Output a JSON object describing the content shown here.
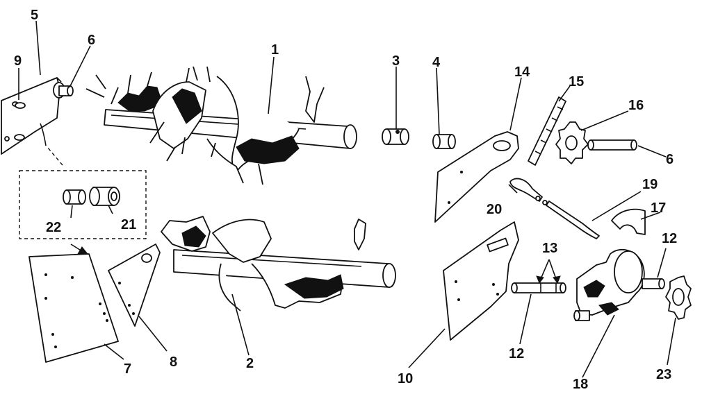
{
  "diagram": {
    "labels": {
      "l1": "1",
      "l2": "2",
      "l3": "3",
      "l4": "4",
      "l5": "5",
      "l6a": "6",
      "l6b": "6",
      "l7": "7",
      "l8": "8",
      "l9": "9",
      "l10": "10",
      "l12a": "12",
      "l12b": "12",
      "l13": "13",
      "l14": "14",
      "l15": "15",
      "l16": "16",
      "l17": "17",
      "l18": "18",
      "l19": "19",
      "l20": "20",
      "l21": "21",
      "l22": "22",
      "l23": "23"
    }
  }
}
